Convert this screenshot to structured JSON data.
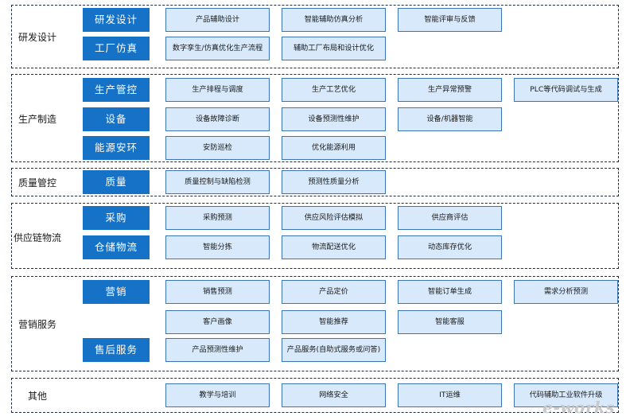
{
  "sections": [
    {
      "label": "研发设计",
      "subs": [
        "研发设计",
        "工厂仿真"
      ],
      "rows": [
        [
          "产品辅助设计",
          "智能辅助仿真分析",
          "智能评审与反馈"
        ],
        [
          "数字孪生/仿真优化生产流程",
          "辅助工厂布局和设计优化"
        ]
      ]
    },
    {
      "label": "生产制造",
      "subs": [
        "生产管控",
        "设备",
        "能源安环"
      ],
      "rows": [
        [
          "生产排程与调度",
          "生产工艺优化",
          "生产异常预警",
          "PLC等代码调试与生成"
        ],
        [
          "设备故障诊断",
          "设备预测性维护",
          "设备/机器智能"
        ],
        [
          "安防巡检",
          "优化能源利用"
        ]
      ]
    },
    {
      "label": "质量管控",
      "subs": [
        "质量"
      ],
      "rows": [
        [
          "质量控制与缺陷检测",
          "预测性质量分析"
        ]
      ]
    },
    {
      "label": "供应链物流",
      "subs": [
        "采购",
        "仓储物流"
      ],
      "rows": [
        [
          "采购预测",
          "供应风险评估模拟",
          "供应商评估"
        ],
        [
          "智能分拣",
          "物流配送优化",
          "动态库存优化"
        ]
      ]
    },
    {
      "label": "营销服务",
      "subs": [
        "营销",
        "售后服务"
      ],
      "rows": [
        [
          "销售预测",
          "产品定价",
          "智能订单生成",
          "需求分析预测"
        ],
        [
          "客户画像",
          "智能推荐",
          "智能客服"
        ],
        [
          "产品预测性维护",
          "产品服务(自助式服务或问答)"
        ]
      ]
    },
    {
      "label": "其他",
      "subs": [],
      "rows": [
        [
          "教学与培训",
          "网络安全",
          "IT运维",
          "代码辅助工业软件升级"
        ]
      ]
    }
  ],
  "watermark": "e-works"
}
